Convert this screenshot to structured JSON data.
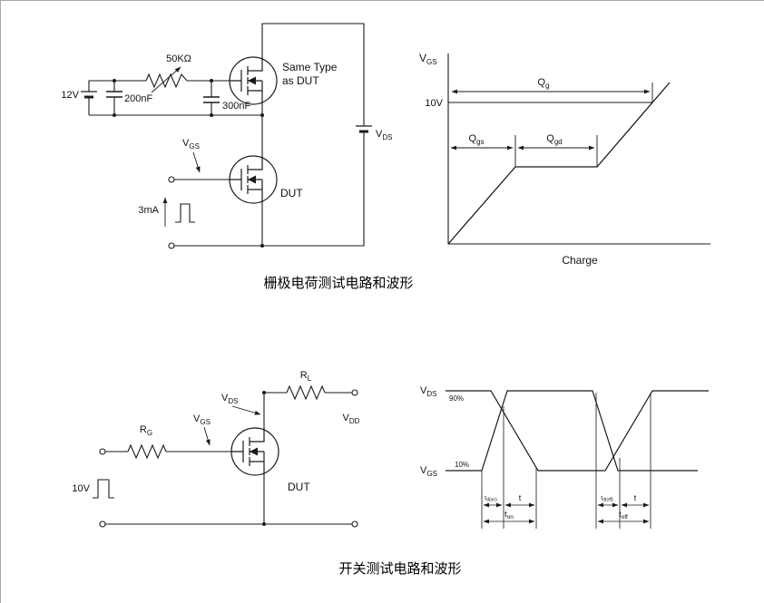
{
  "captions": {
    "gate_charge": "栅极电荷测试电路和波形",
    "switching": "开关测试电路和波形"
  },
  "gate_circuit": {
    "supply": "12V",
    "cap_bulk": "200nF",
    "pot": "50KΩ",
    "cap_gate": "300nF",
    "same_type_1": "Same Type",
    "same_type_2": "as DUT",
    "vgs": {
      "main": "V",
      "sub": "GS"
    },
    "dut": "DUT",
    "current": "3mA",
    "vds": {
      "main": "V",
      "sub": "DS"
    }
  },
  "gate_waveform": {
    "yaxis": {
      "main": "V",
      "sub": "GS"
    },
    "level": "10V",
    "qg": {
      "main": "Q",
      "sub": "g"
    },
    "qgs": {
      "main": "Q",
      "sub": "gs"
    },
    "qgd": {
      "main": "Q",
      "sub": "gd"
    },
    "xlabel": "Charge"
  },
  "switch_circuit": {
    "rg": {
      "main": "R",
      "sub": "G"
    },
    "vgs": {
      "main": "V",
      "sub": "GS"
    },
    "pulse": "10V",
    "dut": "DUT",
    "rl": {
      "main": "R",
      "sub": "L"
    },
    "vds": {
      "main": "V",
      "sub": "DS"
    },
    "vdd": {
      "main": "V",
      "sub": "DD"
    }
  },
  "switch_waveform": {
    "vds": {
      "main": "V",
      "sub": "DS"
    },
    "p90": "90%",
    "vgs": {
      "main": "V",
      "sub": "GS"
    },
    "p10": "10%",
    "td_on": {
      "main": "t",
      "sub": "d(on)"
    },
    "t_rise": "t",
    "ton": {
      "main": "t",
      "sub": "on"
    },
    "td_off": {
      "main": "t",
      "sub": "d(off)"
    },
    "t_fall": "t",
    "toff": {
      "main": "t",
      "sub": "off"
    }
  }
}
